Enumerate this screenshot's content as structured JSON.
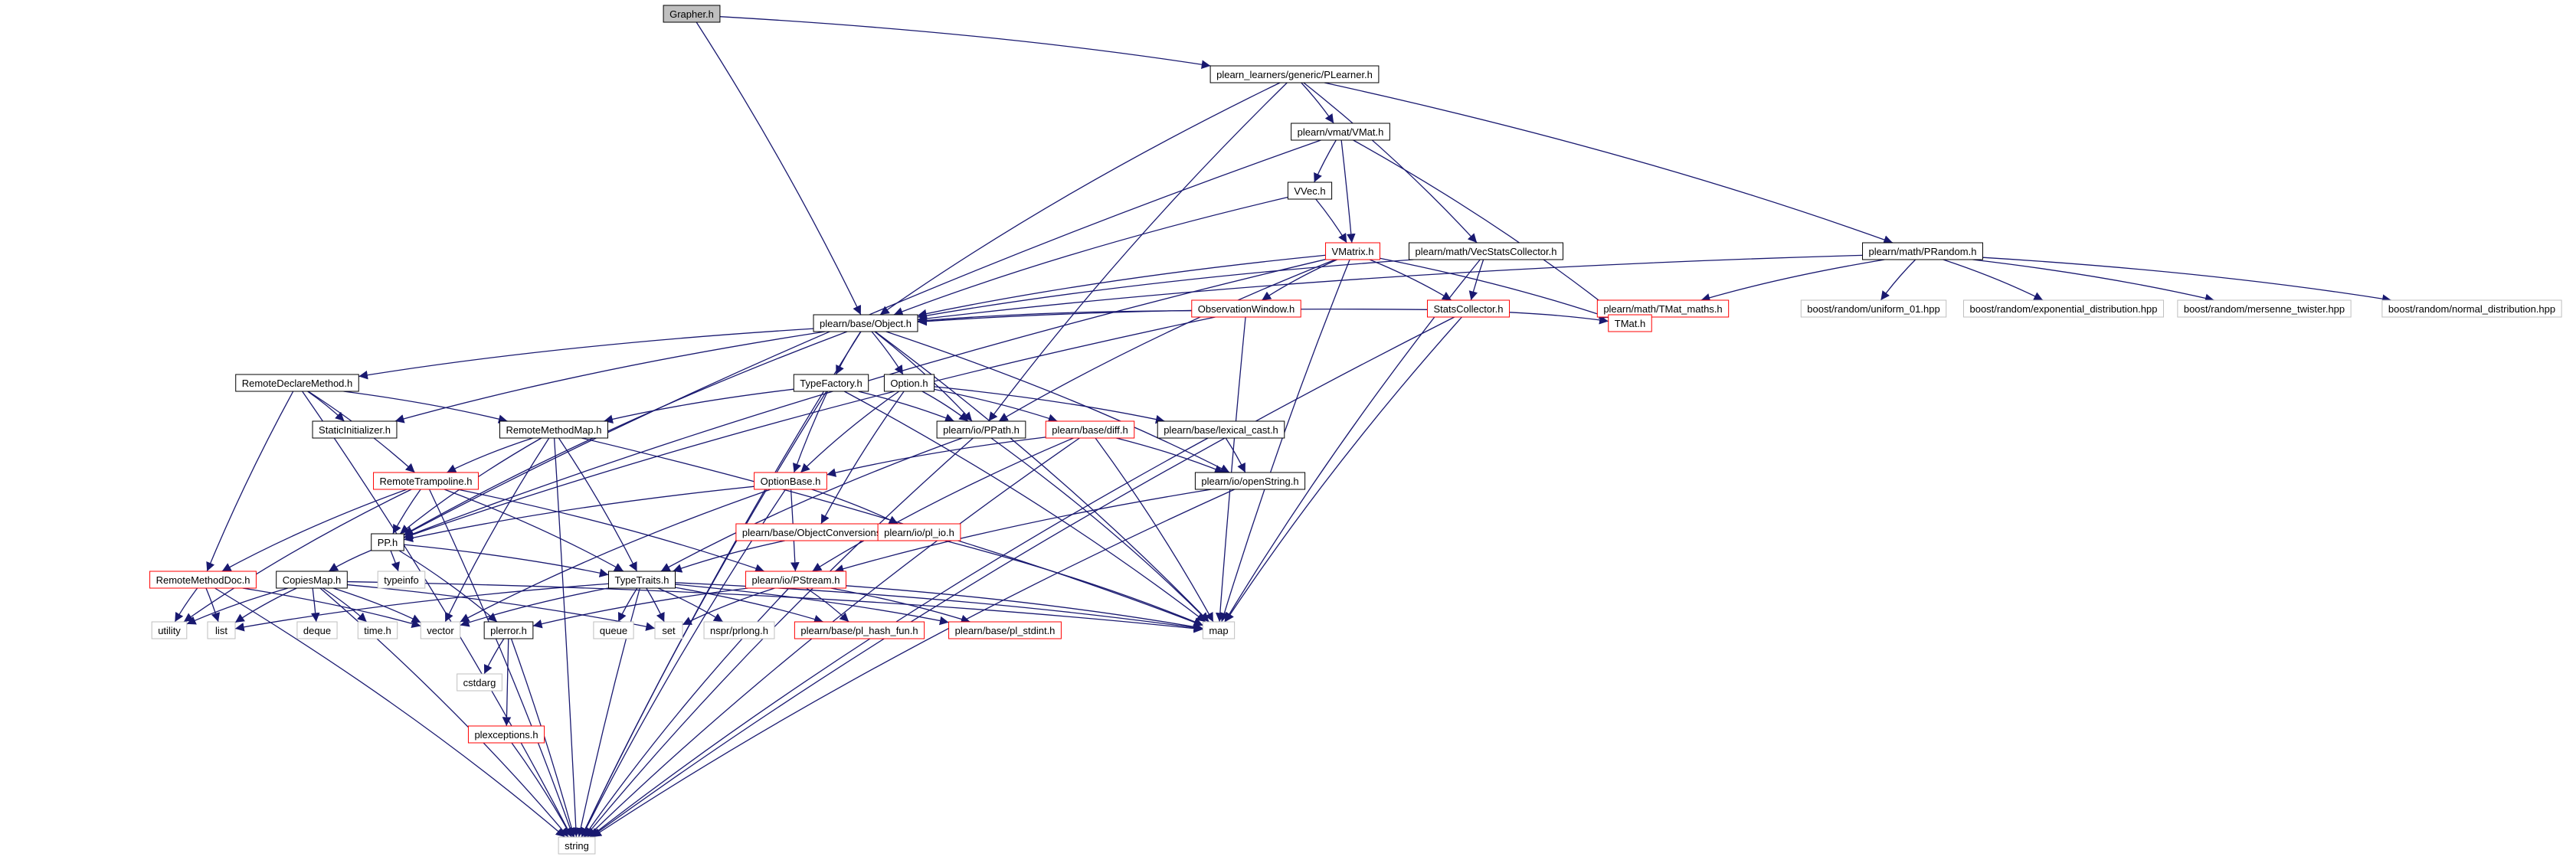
{
  "diagram": {
    "title": "Grapher.h",
    "edge_color": "#191970",
    "border_colors": {
      "gray": "#999999",
      "black": "#000000",
      "red": "#ff0000",
      "light": "#bfbfbf"
    },
    "root_fill": "#bfbfbf",
    "nodes": [
      {
        "id": "grapher",
        "label": "Grapher.h",
        "style": "root"
      },
      {
        "id": "plearner",
        "label": "plearn_learners/generic/PLearner.h",
        "style": "black"
      },
      {
        "id": "vmat",
        "label": "plearn/vmat/VMat.h",
        "style": "black"
      },
      {
        "id": "vvec",
        "label": "VVec.h",
        "style": "black"
      },
      {
        "id": "vmatrix",
        "label": "VMatrix.h",
        "style": "red"
      },
      {
        "id": "vecstats",
        "label": "plearn/math/VecStatsCollector.h",
        "style": "black"
      },
      {
        "id": "prandom",
        "label": "plearn/math/PRandom.h",
        "style": "black"
      },
      {
        "id": "obswin",
        "label": "ObservationWindow.h",
        "style": "red"
      },
      {
        "id": "statscol",
        "label": "StatsCollector.h",
        "style": "red"
      },
      {
        "id": "tmatmaths",
        "label": "plearn/math/TMat_maths.h",
        "style": "red"
      },
      {
        "id": "uniform",
        "label": "boost/random/uniform_01.hpp",
        "style": "light"
      },
      {
        "id": "expdist",
        "label": "boost/random/exponential_distribution.hpp",
        "style": "light"
      },
      {
        "id": "mersenne",
        "label": "boost/random/mersenne_twister.hpp",
        "style": "light"
      },
      {
        "id": "normdist",
        "label": "boost/random/normal_distribution.hpp",
        "style": "light"
      },
      {
        "id": "tmat",
        "label": "TMat.h",
        "style": "red"
      },
      {
        "id": "object",
        "label": "plearn/base/Object.h",
        "style": "black"
      },
      {
        "id": "rdm",
        "label": "RemoteDeclareMethod.h",
        "style": "black"
      },
      {
        "id": "typefactory",
        "label": "TypeFactory.h",
        "style": "black"
      },
      {
        "id": "option",
        "label": "Option.h",
        "style": "black"
      },
      {
        "id": "staticinit",
        "label": "StaticInitializer.h",
        "style": "black"
      },
      {
        "id": "rmm",
        "label": "RemoteMethodMap.h",
        "style": "black"
      },
      {
        "id": "ppath",
        "label": "plearn/io/PPath.h",
        "style": "black"
      },
      {
        "id": "diff",
        "label": "plearn/base/diff.h",
        "style": "red"
      },
      {
        "id": "lexcast",
        "label": "plearn/base/lexical_cast.h",
        "style": "black"
      },
      {
        "id": "openstring",
        "label": "plearn/io/openString.h",
        "style": "black"
      },
      {
        "id": "optionbase",
        "label": "OptionBase.h",
        "style": "red"
      },
      {
        "id": "rtramp",
        "label": "RemoteTrampoline.h",
        "style": "red"
      },
      {
        "id": "pp",
        "label": "PP.h",
        "style": "black"
      },
      {
        "id": "objconv",
        "label": "plearn/base/ObjectConversions.h",
        "style": "red"
      },
      {
        "id": "pliojo",
        "label": "plearn/io/pl_io.h",
        "style": "red"
      },
      {
        "id": "typeinfo",
        "label": "typeinfo",
        "style": "light"
      },
      {
        "id": "rmdoc",
        "label": "RemoteMethodDoc.h",
        "style": "red"
      },
      {
        "id": "copiesmap",
        "label": "CopiesMap.h",
        "style": "black"
      },
      {
        "id": "typetraits",
        "label": "TypeTraits.h",
        "style": "black"
      },
      {
        "id": "pstream",
        "label": "plearn/io/PStream.h",
        "style": "red"
      },
      {
        "id": "utility",
        "label": "utility",
        "style": "light"
      },
      {
        "id": "list",
        "label": "list",
        "style": "light"
      },
      {
        "id": "deque",
        "label": "deque",
        "style": "light"
      },
      {
        "id": "timeh",
        "label": "time.h",
        "style": "light"
      },
      {
        "id": "vector",
        "label": "vector",
        "style": "light"
      },
      {
        "id": "plerror",
        "label": "plerror.h",
        "style": "black"
      },
      {
        "id": "queue",
        "label": "queue",
        "style": "light"
      },
      {
        "id": "set",
        "label": "set",
        "style": "light"
      },
      {
        "id": "prlong",
        "label": "nspr/prlong.h",
        "style": "light"
      },
      {
        "id": "hashfun",
        "label": "plearn/base/pl_hash_fun.h",
        "style": "red"
      },
      {
        "id": "stdint",
        "label": "plearn/base/pl_stdint.h",
        "style": "red"
      },
      {
        "id": "map",
        "label": "map",
        "style": "light"
      },
      {
        "id": "cstdarg",
        "label": "cstdarg",
        "style": "light"
      },
      {
        "id": "plexceptions",
        "label": "plexceptions.h",
        "style": "red"
      },
      {
        "id": "string",
        "label": "string",
        "style": "light"
      }
    ],
    "edges": [
      [
        "grapher",
        "plearner"
      ],
      [
        "grapher",
        "object"
      ],
      [
        "plearner",
        "vmat"
      ],
      [
        "plearner",
        "vecstats"
      ],
      [
        "plearner",
        "prandom"
      ],
      [
        "plearner",
        "object"
      ],
      [
        "plearner",
        "ppath"
      ],
      [
        "vmat",
        "vvec"
      ],
      [
        "vmat",
        "vmatrix"
      ],
      [
        "vmat",
        "tmat"
      ],
      [
        "vmat",
        "pp"
      ],
      [
        "vvec",
        "vmatrix"
      ],
      [
        "vvec",
        "object"
      ],
      [
        "vmatrix",
        "object"
      ],
      [
        "vmatrix",
        "statscol"
      ],
      [
        "vmatrix",
        "obswin"
      ],
      [
        "vmatrix",
        "tmat"
      ],
      [
        "vmatrix",
        "ppath"
      ],
      [
        "vmatrix",
        "map"
      ],
      [
        "vmatrix",
        "pp"
      ],
      [
        "vecstats",
        "statscol"
      ],
      [
        "vecstats",
        "object"
      ],
      [
        "vecstats",
        "map"
      ],
      [
        "prandom",
        "object"
      ],
      [
        "prandom",
        "tmatmaths"
      ],
      [
        "prandom",
        "uniform"
      ],
      [
        "prandom",
        "expdist"
      ],
      [
        "prandom",
        "mersenne"
      ],
      [
        "prandom",
        "normdist"
      ],
      [
        "tmatmaths",
        "tmat"
      ],
      [
        "obswin",
        "object"
      ],
      [
        "obswin",
        "map"
      ],
      [
        "obswin",
        "pp"
      ],
      [
        "statscol",
        "object"
      ],
      [
        "statscol",
        "tmat"
      ],
      [
        "statscol",
        "map"
      ],
      [
        "statscol",
        "string"
      ],
      [
        "object",
        "rdm"
      ],
      [
        "object",
        "typefactory"
      ],
      [
        "object",
        "option"
      ],
      [
        "object",
        "staticinit"
      ],
      [
        "object",
        "ppath"
      ],
      [
        "object",
        "pp"
      ],
      [
        "object",
        "openstring"
      ],
      [
        "object",
        "map"
      ],
      [
        "object",
        "string"
      ],
      [
        "rdm",
        "staticinit"
      ],
      [
        "rdm",
        "rmm"
      ],
      [
        "rdm",
        "rtramp"
      ],
      [
        "rdm",
        "rmdoc"
      ],
      [
        "rdm",
        "string"
      ],
      [
        "typefactory",
        "rmm"
      ],
      [
        "typefactory",
        "optionbase"
      ],
      [
        "typefactory",
        "ppath"
      ],
      [
        "typefactory",
        "map"
      ],
      [
        "typefactory",
        "string"
      ],
      [
        "option",
        "optionbase"
      ],
      [
        "option",
        "ppath"
      ],
      [
        "option",
        "diff"
      ],
      [
        "option",
        "lexcast"
      ],
      [
        "option",
        "objconv"
      ],
      [
        "rmm",
        "rtramp"
      ],
      [
        "rmm",
        "pp"
      ],
      [
        "rmm",
        "typetraits"
      ],
      [
        "rmm",
        "vector"
      ],
      [
        "rmm",
        "map"
      ],
      [
        "rmm",
        "string"
      ],
      [
        "ppath",
        "typetraits"
      ],
      [
        "ppath",
        "map"
      ],
      [
        "ppath",
        "string"
      ],
      [
        "diff",
        "optionbase"
      ],
      [
        "diff",
        "openstring"
      ],
      [
        "diff",
        "pstream"
      ],
      [
        "diff",
        "map"
      ],
      [
        "diff",
        "string"
      ],
      [
        "lexcast",
        "openstring"
      ],
      [
        "lexcast",
        "string"
      ],
      [
        "openstring",
        "pstream"
      ],
      [
        "openstring",
        "string"
      ],
      [
        "optionbase",
        "pp"
      ],
      [
        "optionbase",
        "pstream"
      ],
      [
        "optionbase",
        "pliojo"
      ],
      [
        "optionbase",
        "vector"
      ],
      [
        "optionbase",
        "string"
      ],
      [
        "rtramp",
        "pp"
      ],
      [
        "rtramp",
        "typetraits"
      ],
      [
        "rtramp",
        "pstream"
      ],
      [
        "rtramp",
        "rmdoc"
      ],
      [
        "rtramp",
        "utility"
      ],
      [
        "rtramp",
        "string"
      ],
      [
        "pp",
        "copiesmap"
      ],
      [
        "pp",
        "typeinfo"
      ],
      [
        "pp",
        "typetraits"
      ],
      [
        "pp",
        "plerror"
      ],
      [
        "objconv",
        "typetraits"
      ],
      [
        "pliojo",
        "map"
      ],
      [
        "rmdoc",
        "utility"
      ],
      [
        "rmdoc",
        "list"
      ],
      [
        "rmdoc",
        "string"
      ],
      [
        "rmdoc",
        "vector"
      ],
      [
        "copiesmap",
        "list"
      ],
      [
        "copiesmap",
        "deque"
      ],
      [
        "copiesmap",
        "timeh"
      ],
      [
        "copiesmap",
        "vector"
      ],
      [
        "copiesmap",
        "set"
      ],
      [
        "copiesmap",
        "map"
      ],
      [
        "copiesmap",
        "string"
      ],
      [
        "copiesmap",
        "utility"
      ],
      [
        "typetraits",
        "list"
      ],
      [
        "typetraits",
        "vector"
      ],
      [
        "typetraits",
        "queue"
      ],
      [
        "typetraits",
        "set"
      ],
      [
        "typetraits",
        "prlong"
      ],
      [
        "typetraits",
        "hashfun"
      ],
      [
        "typetraits",
        "stdint"
      ],
      [
        "typetraits",
        "map"
      ],
      [
        "typetraits",
        "string"
      ],
      [
        "pstream",
        "plerror"
      ],
      [
        "pstream",
        "set"
      ],
      [
        "pstream",
        "hashfun"
      ],
      [
        "pstream",
        "stdint"
      ],
      [
        "pstream",
        "map"
      ],
      [
        "pstream",
        "string"
      ],
      [
        "plerror",
        "cstdarg"
      ],
      [
        "plerror",
        "plexceptions"
      ],
      [
        "plerror",
        "string"
      ],
      [
        "plexceptions",
        "string"
      ]
    ]
  }
}
